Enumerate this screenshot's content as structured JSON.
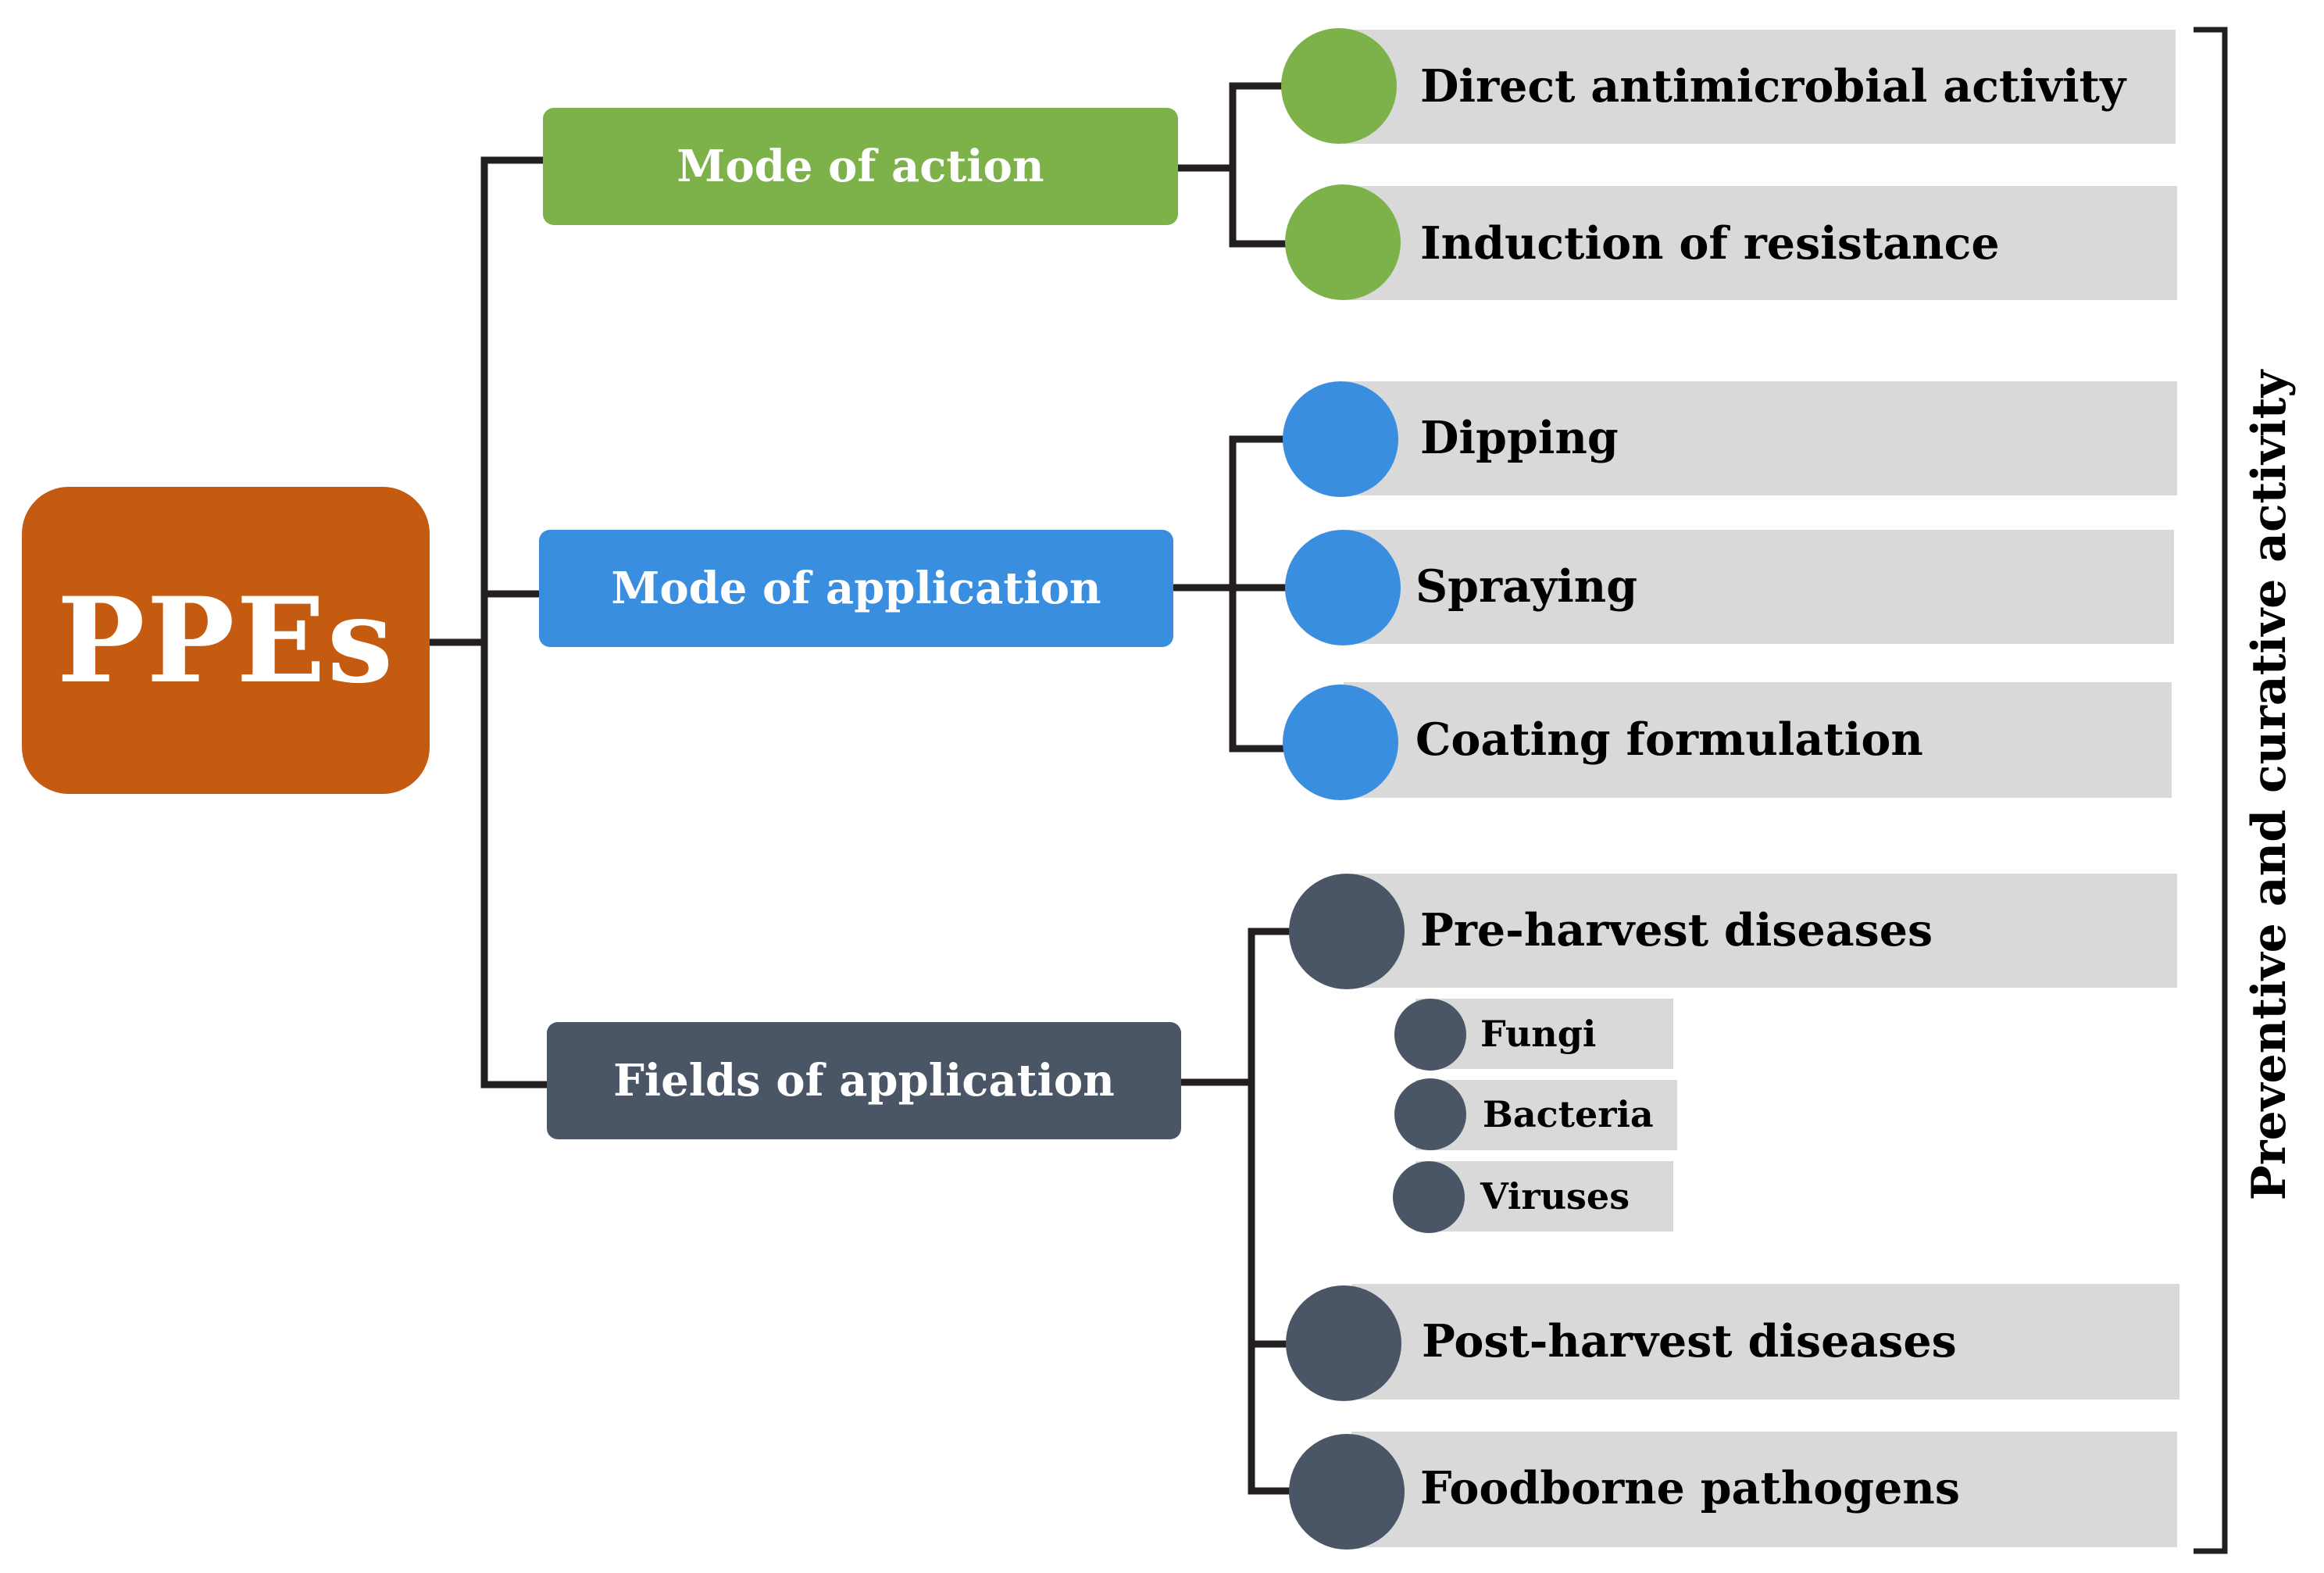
{
  "root": {
    "label": "PPEs"
  },
  "categories": [
    {
      "label": "Mode of action",
      "color": "#7db24a",
      "items": [
        {
          "label": "Direct antimicrobial  activity"
        },
        {
          "label": "Induction  of resistance"
        }
      ]
    },
    {
      "label": "Mode of application",
      "color": "#3a8ee0",
      "items": [
        {
          "label": "Dipping"
        },
        {
          "label": "Spraying"
        },
        {
          "label": "Coating formulation"
        }
      ]
    },
    {
      "label": "Fields  of application",
      "color": "#4a5566",
      "items": [
        {
          "label": "Pre-harvest diseases",
          "subitems": [
            {
              "label": "Fungi"
            },
            {
              "label": "Bacteria"
            },
            {
              "label": "Viruses"
            }
          ]
        },
        {
          "label": "Post-harvest diseases"
        },
        {
          "label": "Foodborne pathogens"
        }
      ]
    }
  ],
  "side_label": "Preventive and curative activity",
  "colors": {
    "root": "#c55a11",
    "bar": "#d9d9d9",
    "connector": "#231f20"
  }
}
